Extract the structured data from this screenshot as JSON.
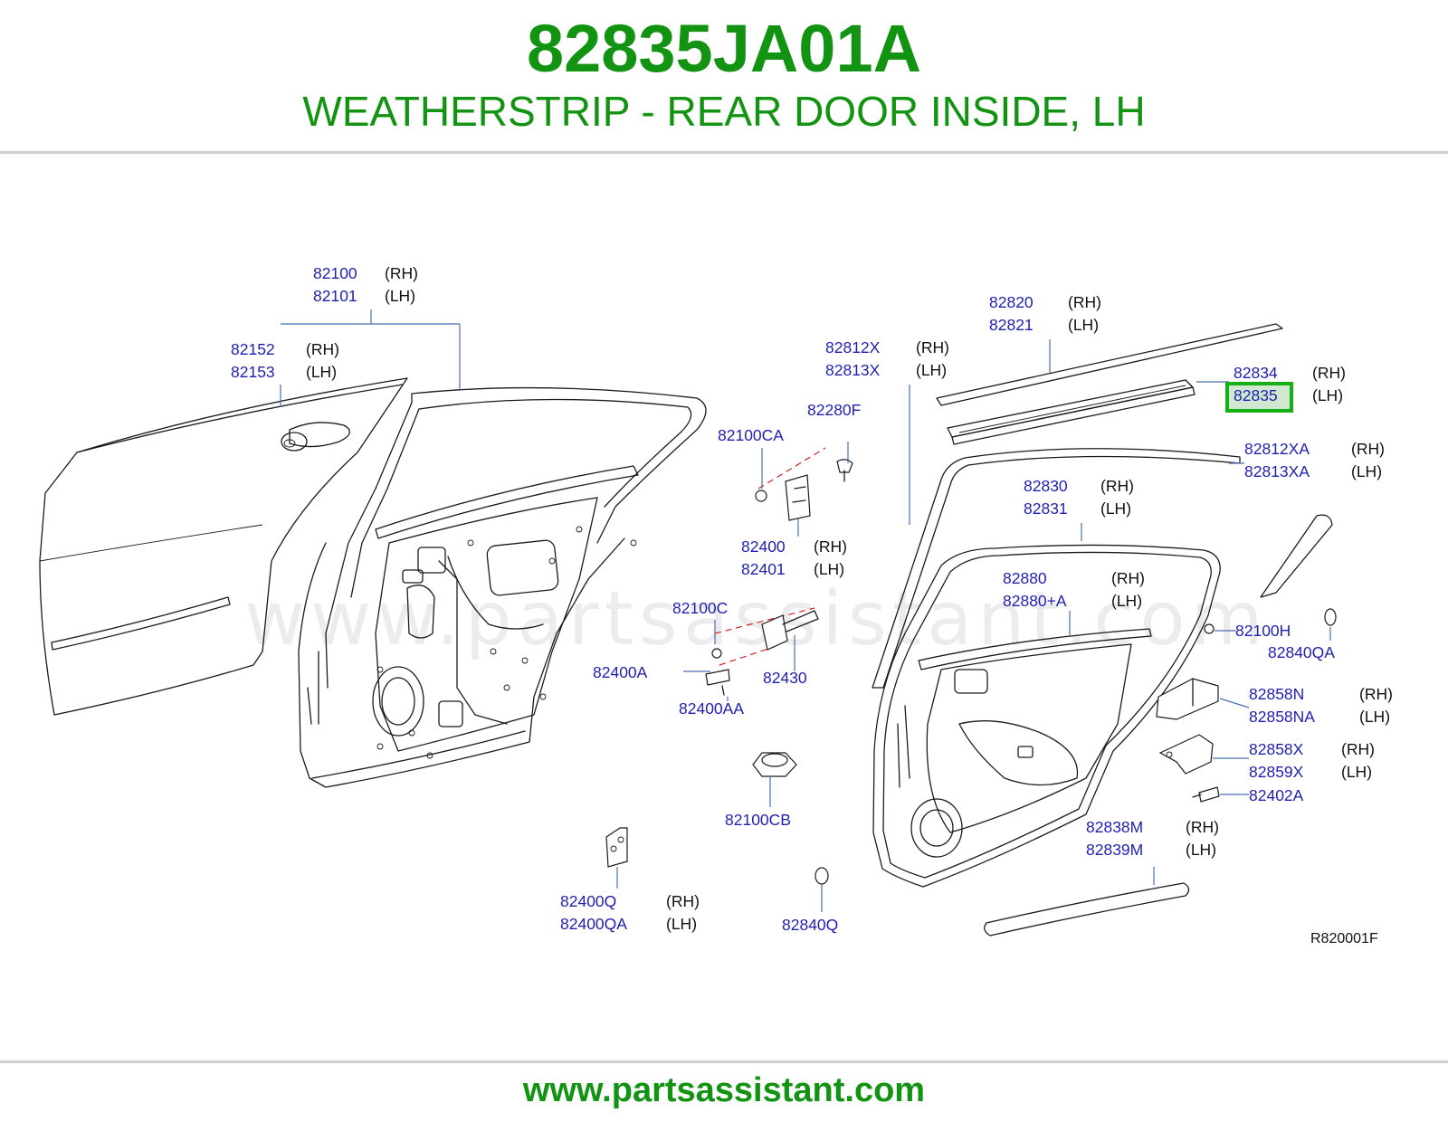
{
  "header": {
    "part_number": "82835JA01A",
    "description": "WEATHERSTRIP - REAR DOOR INSIDE, LH"
  },
  "footer": {
    "url": "www.partsassistant.com"
  },
  "diagram": {
    "watermark": "www.partsassistant.com",
    "reference_code": "R820001F",
    "highlighted_part": "82835",
    "highlight_color": "#15b015",
    "callouts": {
      "c82100": {
        "parts": [
          "82100",
          "82101"
        ],
        "sides": [
          "(RH)",
          "(LH)"
        ]
      },
      "c82152": {
        "parts": [
          "82152",
          "82153"
        ],
        "sides": [
          "(RH)",
          "(LH)"
        ]
      },
      "c82812x": {
        "parts": [
          "82812X",
          "82813X"
        ],
        "sides": [
          "(RH)",
          "(LH)"
        ]
      },
      "c82820": {
        "parts": [
          "82820",
          "82821"
        ],
        "sides": [
          "(RH)",
          "(LH)"
        ]
      },
      "c82834": {
        "parts": [
          "82834",
          "82835"
        ],
        "sides": [
          "(RH)",
          "(LH)"
        ]
      },
      "c82280f": {
        "parts": [
          "82280F"
        ]
      },
      "c82100ca": {
        "parts": [
          "82100CA"
        ]
      },
      "c82812xa": {
        "parts": [
          "82812XA",
          "82813XA"
        ],
        "sides": [
          "(RH)",
          "(LH)"
        ]
      },
      "c82830": {
        "parts": [
          "82830",
          "82831"
        ],
        "sides": [
          "(RH)",
          "(LH)"
        ]
      },
      "c82400": {
        "parts": [
          "82400",
          "82401"
        ],
        "sides": [
          "(RH)",
          "(LH)"
        ]
      },
      "c82880": {
        "parts": [
          "82880",
          "82880+A"
        ],
        "sides": [
          "(RH)",
          "(LH)"
        ]
      },
      "c82100c": {
        "parts": [
          "82100C"
        ]
      },
      "c82100h": {
        "parts": [
          "82100H"
        ]
      },
      "c82840qa": {
        "parts": [
          "82840QA"
        ]
      },
      "c82400a": {
        "parts": [
          "82400A"
        ]
      },
      "c82430": {
        "parts": [
          "82430"
        ]
      },
      "c82400aa": {
        "parts": [
          "82400AA"
        ]
      },
      "c82858n": {
        "parts": [
          "82858N",
          "82858NA"
        ],
        "sides": [
          "(RH)",
          "(LH)"
        ]
      },
      "c82858x": {
        "parts": [
          "82858X",
          "82859X"
        ],
        "sides": [
          "(RH)",
          "(LH)"
        ]
      },
      "c82402a": {
        "parts": [
          "82402A"
        ]
      },
      "c82100cb": {
        "parts": [
          "82100CB"
        ]
      },
      "c82838m": {
        "parts": [
          "82838M",
          "82839M"
        ],
        "sides": [
          "(RH)",
          "(LH)"
        ]
      },
      "c82400q": {
        "parts": [
          "82400Q",
          "82400QA"
        ],
        "sides": [
          "(RH)",
          "(LH)"
        ]
      },
      "c82840q": {
        "parts": [
          "82840Q"
        ]
      }
    }
  }
}
